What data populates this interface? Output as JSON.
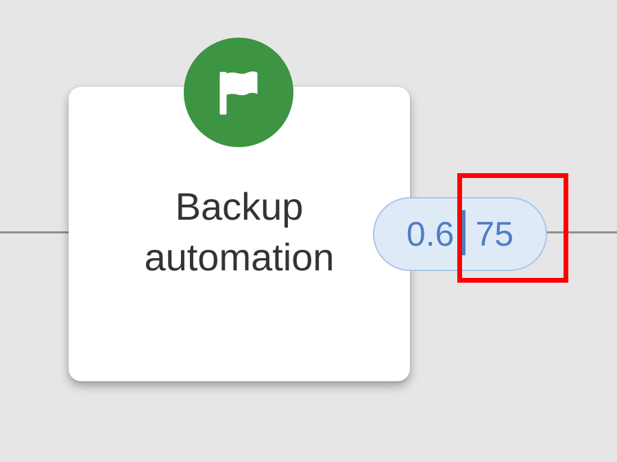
{
  "canvas": {
    "background_color": "#e6e6e6",
    "edge_color": "#8f8f8f"
  },
  "node": {
    "label": "Backup\nautomation",
    "icon": "flag-icon",
    "icon_background_color": "#3d9442"
  },
  "metric": {
    "left_value": "0.6",
    "separator": "|",
    "right_value": "75",
    "text_color": "#4f7ec5",
    "fill_color": "#deebf7"
  },
  "highlight": {
    "color": "#ff0000"
  }
}
